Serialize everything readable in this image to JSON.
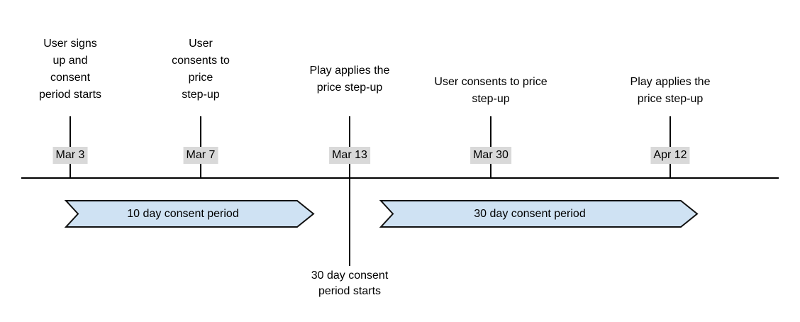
{
  "events": [
    {
      "date": "Mar 3",
      "lines": [
        "User signs",
        "up and",
        "consent",
        "period starts"
      ]
    },
    {
      "date": "Mar 7",
      "lines": [
        "User",
        "consents to",
        "price",
        "step-up"
      ]
    },
    {
      "date": "Mar 13",
      "lines": [
        "Play applies the",
        "price step-up"
      ]
    },
    {
      "date": "Mar 30",
      "lines": [
        "User consents to price",
        "step-up"
      ]
    },
    {
      "date": "Apr 12",
      "lines": [
        "Play applies the",
        "price step-up"
      ]
    }
  ],
  "note_below": {
    "lines": [
      "30 day consent",
      "period starts"
    ]
  },
  "periods": [
    {
      "label": "10 day consent period"
    },
    {
      "label": "30 day consent period"
    }
  ],
  "colors": {
    "arrow_fill": "#cfe2f3",
    "arrow_border": "#111111",
    "date_badge_bg": "#d9d9d9",
    "line": "#000000",
    "text": "#000000",
    "background": "#ffffff"
  }
}
